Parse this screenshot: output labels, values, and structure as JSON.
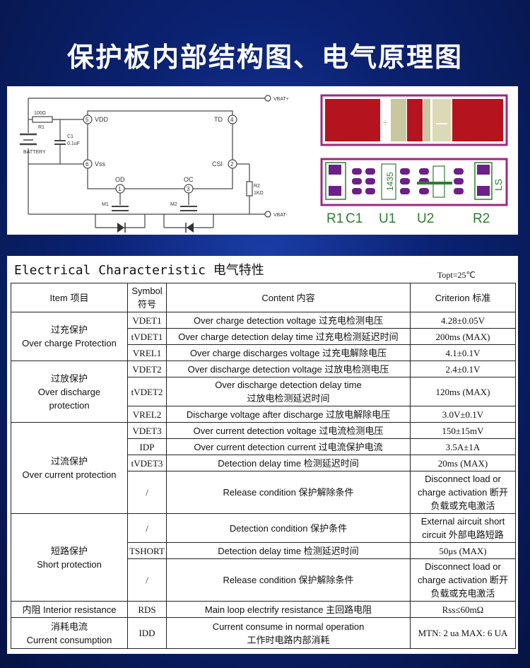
{
  "title": "保护板内部结构图、电气原理图",
  "schematic": {
    "vbat_plus": "VBAT+",
    "vbat_minus": "VBAT-",
    "resistor1_value": "100Ω",
    "resistor1_name": "R1",
    "cap_name": "C1",
    "cap_value": "0.1uF",
    "battery": "BATTERY",
    "pin5": "5",
    "pin5_label": "VDD",
    "pin6": "6",
    "pin6_label": "Vss",
    "pin4": "4",
    "pin4_label": "TD",
    "pin2": "2",
    "pin2_label": "CSI",
    "pin1": "1",
    "pin1_label": "OD",
    "pin3": "3",
    "pin3_label": "OC",
    "resistor2_name": "R2",
    "resistor2_value": "1KΩ",
    "mos1": "M1",
    "mos2": "M2"
  },
  "pcb": {
    "plus": "+",
    "minus": "-",
    "chip_code": "1435",
    "ls_mark": "LS",
    "labels": [
      "R1",
      "C1",
      "U1",
      "U2",
      "R2"
    ]
  },
  "spec": {
    "heading": "Electrical Characteristic 电气特性",
    "temp": "Topt=25℃",
    "headers": {
      "item": "Item 项目",
      "symbol": "Symbol\n符号",
      "content": "Content 内容",
      "criterion": "Criterion 标准"
    },
    "groups": [
      {
        "item": "过充保护\nOver charge Protection",
        "rows": [
          {
            "symbol": "VDET1",
            "content": "Over charge detection voltage 过充电检测电压",
            "criterion": "4.28±0.05V"
          },
          {
            "symbol": "tVDET1",
            "content": "Over charge detection delay time 过充电检测延迟时间",
            "criterion": "200ms (MAX)"
          },
          {
            "symbol": "VREL1",
            "content": "Over charge discharges voltage 过充电解除电压",
            "criterion": "4.1±0.1V"
          }
        ]
      },
      {
        "item": "过放保护\nOver discharge\nprotection",
        "rows": [
          {
            "symbol": "VDET2",
            "content": "Over discharge detection voltage 过放电检测电压",
            "criterion": "2.4±0.1V"
          },
          {
            "symbol": "tVDET2",
            "content": "Over discharge detection delay time\n过放电检测延迟时间",
            "criterion": "120ms (MAX)"
          },
          {
            "symbol": "VREL2",
            "content": "Discharge voltage after discharge 过放电解除电压",
            "criterion": "3.0V±0.1V"
          }
        ]
      },
      {
        "item": "过流保护\nOver current protection",
        "rows": [
          {
            "symbol": "VDET3",
            "content": "Over current detection voltage 过电流检测电压",
            "criterion": "150±15mV"
          },
          {
            "symbol": "IDP",
            "content": "Over current detection current 过电流保护电流",
            "criterion": "3.5A±1A"
          },
          {
            "symbol": "tVDET3",
            "content": "Detection delay time 检测延迟时间",
            "criterion": "20ms (MAX)"
          },
          {
            "symbol": "/",
            "content": "Release condition 保护解除条件",
            "criterion": "Disconnect load or\ncharge activation 断开\n负载或充电激活"
          }
        ]
      },
      {
        "item": "短路保护\nShort protection",
        "rows": [
          {
            "symbol": "/",
            "content": "Detection condition 保护条件",
            "criterion": "External aircuit short\ncircuit 外部电路短路"
          },
          {
            "symbol": "TSHORT",
            "content": "Detection delay time 检测延迟时间",
            "criterion": "50μs (MAX)"
          },
          {
            "symbol": "/",
            "content": "Release condition 保护解除条件",
            "criterion": "Disconnect load or\ncharge activation 断开\n负载或充电激活"
          }
        ]
      },
      {
        "item": "内阻 Interior resistance",
        "rows": [
          {
            "symbol": "RDS",
            "content": "Main loop electrify resistance 主回路电阻",
            "criterion": "Rss≤60mΩ"
          }
        ]
      },
      {
        "item": "消耗电流\nCurrent consumption",
        "rows": [
          {
            "symbol": "IDD",
            "content": "Current consume in normal operation\n工作时电路内部消耗",
            "criterion": "MTN: 2 ua  MAX: 6 UA"
          }
        ]
      }
    ]
  }
}
